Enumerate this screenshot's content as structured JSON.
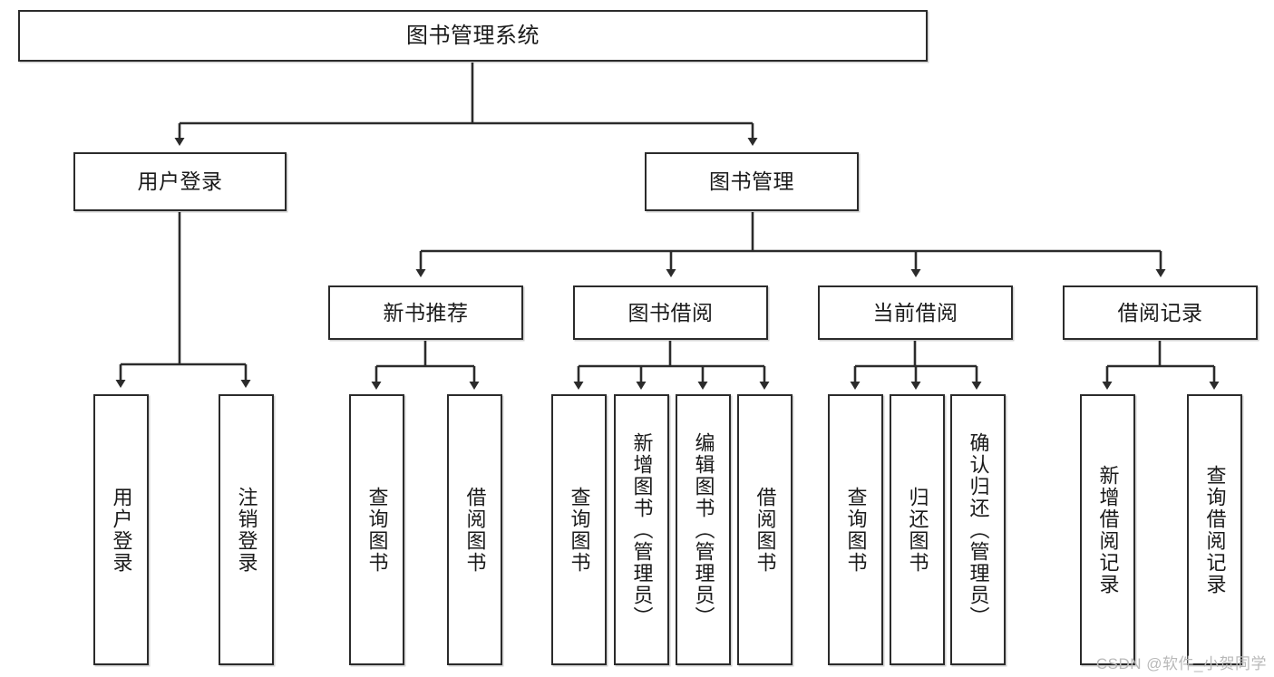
{
  "diagram": {
    "title": "图书管理系统",
    "watermark": "CSDN @软件_小贺同学",
    "nodes": {
      "root": {
        "label": "图书管理系统"
      },
      "level2": [
        {
          "id": "user-login",
          "label": "用户登录"
        },
        {
          "id": "book-manage",
          "label": "图书管理"
        }
      ],
      "level3": [
        {
          "id": "new-book-recommend",
          "label": "新书推荐"
        },
        {
          "id": "book-borrow",
          "label": "图书借阅"
        },
        {
          "id": "current-borrow",
          "label": "当前借阅"
        },
        {
          "id": "borrow-record",
          "label": "借阅记录"
        }
      ],
      "leaves": {
        "user_login": [
          {
            "id": "leaf-user-login",
            "label": "用户登录"
          },
          {
            "id": "leaf-logout",
            "label": "注销登录"
          }
        ],
        "new_book_recommend": [
          {
            "id": "leaf-query-book-1",
            "label": "查询图书"
          },
          {
            "id": "leaf-borrow-book-1",
            "label": "借阅图书"
          }
        ],
        "book_borrow": [
          {
            "id": "leaf-query-book-2",
            "label": "查询图书"
          },
          {
            "id": "leaf-add-book",
            "label": "新增图书（管理员）"
          },
          {
            "id": "leaf-edit-book",
            "label": "编辑图书（管理员）"
          },
          {
            "id": "leaf-borrow-book-2",
            "label": "借阅图书"
          }
        ],
        "current_borrow": [
          {
            "id": "leaf-query-book-3",
            "label": "查询图书"
          },
          {
            "id": "leaf-return-book",
            "label": "归还图书"
          },
          {
            "id": "leaf-confirm-return",
            "label": "确认归还（管理员）"
          }
        ],
        "borrow_record": [
          {
            "id": "leaf-add-record",
            "label": "新增借阅记录"
          },
          {
            "id": "leaf-query-record",
            "label": "查询借阅记录"
          }
        ]
      }
    },
    "colors": {
      "stroke": "#2b2b2b",
      "fill": "#ffffff",
      "text": "#1a1a1a",
      "watermark": "#b9b9b9"
    }
  }
}
